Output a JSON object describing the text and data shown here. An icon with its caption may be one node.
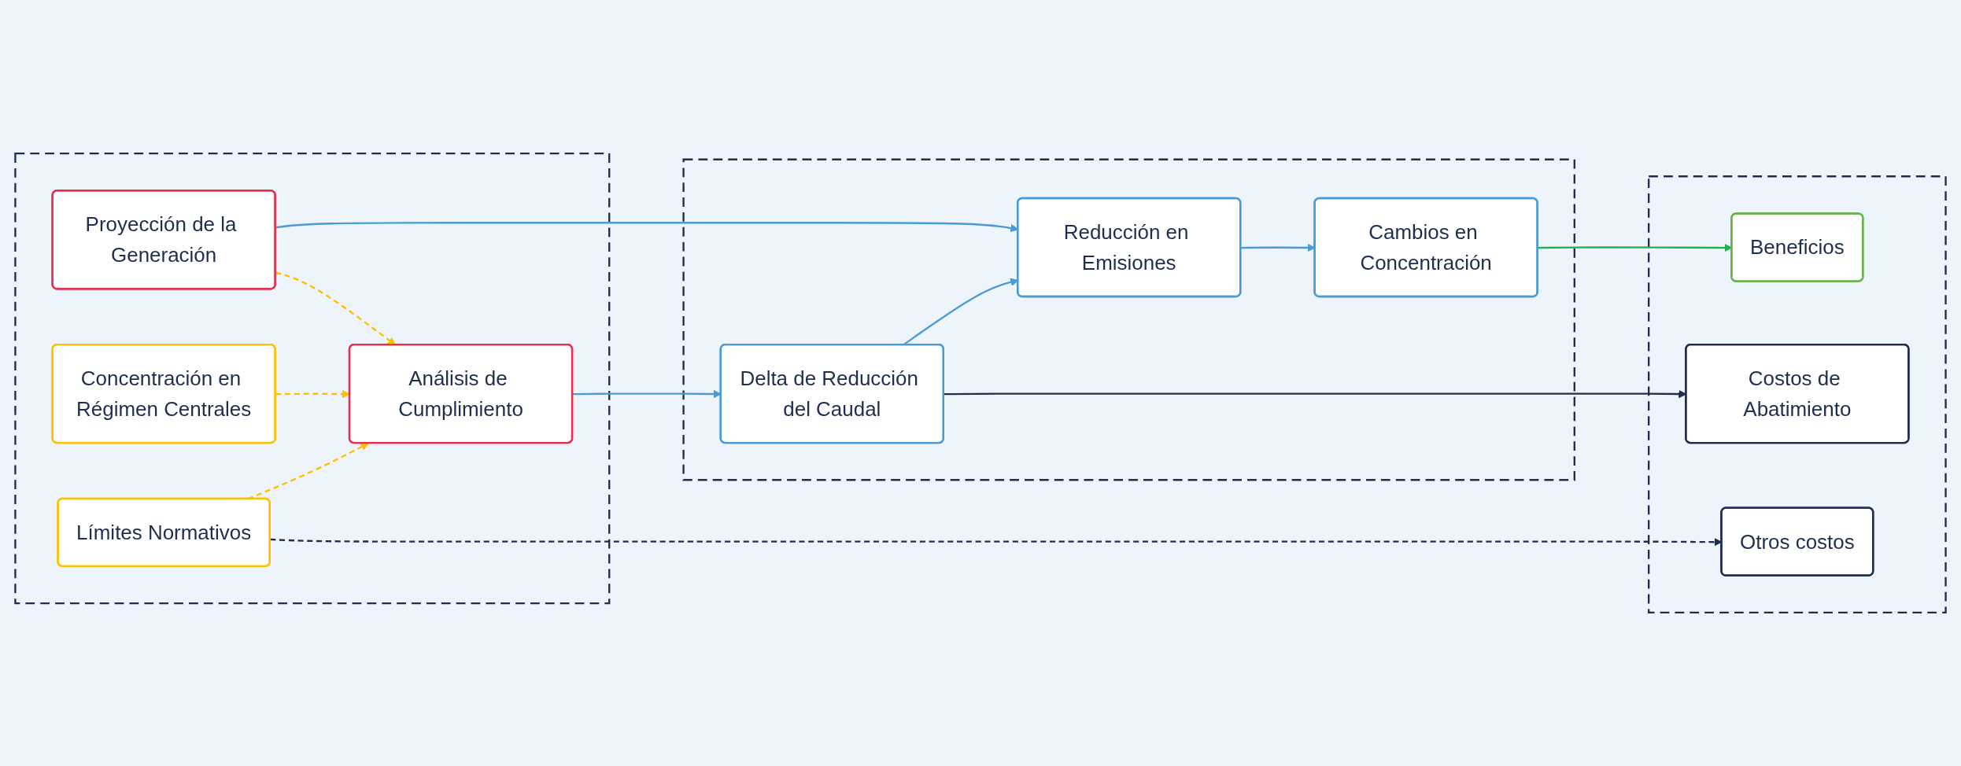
{
  "diagram": {
    "nodes": [
      {
        "text": [],
        "shape": "box"
      },
      {
        "text": [
          "Proyección de la Generación"
        ],
        "in": 0
      },
      {
        "text": [
          "Concentración en Régimen Centrales"
        ],
        "in": 0
      },
      {
        "text": [
          "Análisis de Cumplimiento"
        ],
        "in": 0
      },
      {
        "text": [
          "Límites Normativos"
        ],
        "in": 0
      },
      {
        "text": [],
        "shape": "box"
      },
      {
        "text": [
          "Reducción en Emisiones"
        ],
        "in": 5
      },
      {
        "text": [
          "Cambios en Concentración"
        ],
        "in": 5
      },
      {
        "text": [
          "Delta de Reducción del Caudal"
        ],
        "in": 5
      },
      {
        "text": [],
        "shape": "box"
      },
      {
        "text": [
          "Beneficios"
        ],
        "in": 9
      },
      {
        "text": [
          "Costos de Abatimiento"
        ],
        "in": 9
      },
      {
        "text": [
          "Otros costos"
        ],
        "in": 9
      }
    ],
    "edges": [
      {
        "from": 1,
        "to": 6,
        "arrow": "to"
      },
      {
        "from": 6,
        "to": 7,
        "arrow": "to"
      },
      {
        "from": 7,
        "to": 10,
        "arrow": "to",
        "color": "#22b14c"
      },
      {
        "from": 1,
        "to": 3,
        "arrow": "to",
        "style": "dashed",
        "color": "#ffc000"
      },
      {
        "from": 2,
        "to": 3,
        "arrow": "to",
        "style": "dashed",
        "color": "#ffc000"
      },
      {
        "from": 4,
        "to": 3,
        "arrow": "to",
        "style": "dashed",
        "color": "#ffc000"
      },
      {
        "from": 3,
        "to": 8,
        "arrow": "to"
      },
      {
        "from": 8,
        "to": 6,
        "arrow": "to"
      },
      {
        "from": 8,
        "to": 11,
        "arrow": "to",
        "color": "#1f2d4f"
      },
      {
        "from": 4,
        "to": 12,
        "arrow": "to",
        "style": "dashed",
        "color": "#1f2d4f"
      }
    ]
  }
}
